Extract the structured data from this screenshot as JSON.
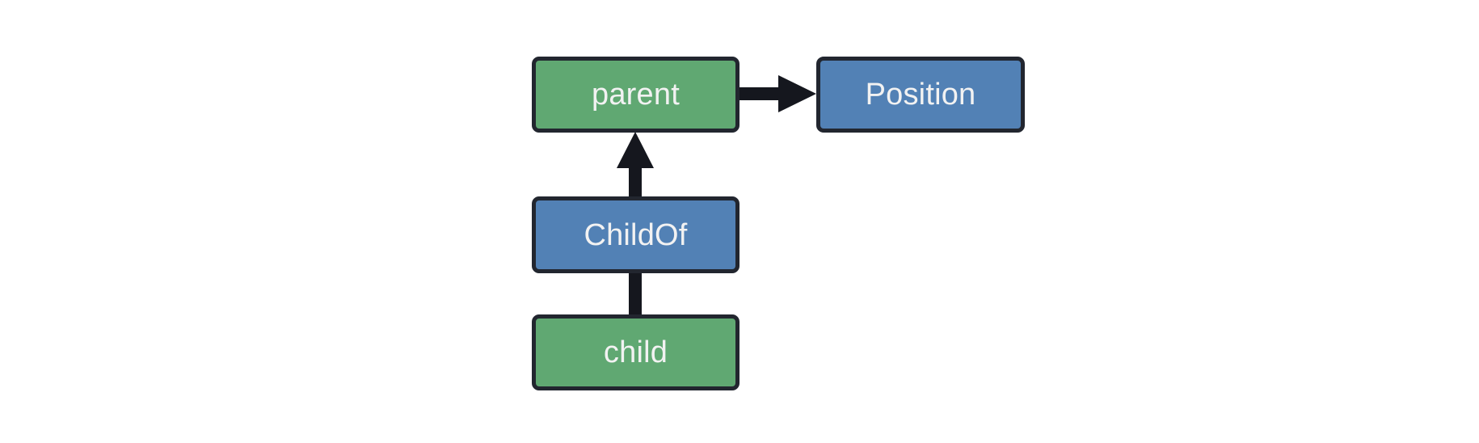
{
  "diagram": {
    "type": "entity-relationship-graph",
    "background_color": "#ffffff",
    "palette": {
      "entity_fill": "#60a872",
      "component_fill": "#5281b5",
      "node_border": "#22262f",
      "node_label_color": "#f2f2f2",
      "edge_color": "#15171e"
    },
    "nodes": [
      {
        "id": "parent",
        "label": "parent",
        "kind": "entity",
        "fill": "#60a872",
        "border": "#22262f"
      },
      {
        "id": "position",
        "label": "Position",
        "kind": "component",
        "fill": "#5281b5",
        "border": "#22262f"
      },
      {
        "id": "childof",
        "label": "ChildOf",
        "kind": "relationship",
        "fill": "#5281b5",
        "border": "#22262f"
      },
      {
        "id": "child",
        "label": "child",
        "kind": "entity",
        "fill": "#60a872",
        "border": "#22262f"
      }
    ],
    "edges": [
      {
        "id": "parent-to-position",
        "from": "parent",
        "to": "position",
        "label": "",
        "arrowhead": true,
        "direction": "right"
      },
      {
        "id": "childof-to-parent",
        "from": "childof",
        "to": "parent",
        "label": "",
        "arrowhead": true,
        "direction": "up"
      },
      {
        "id": "child-to-childof",
        "from": "child",
        "to": "childof",
        "label": "",
        "arrowhead": false,
        "direction": "up"
      }
    ]
  }
}
